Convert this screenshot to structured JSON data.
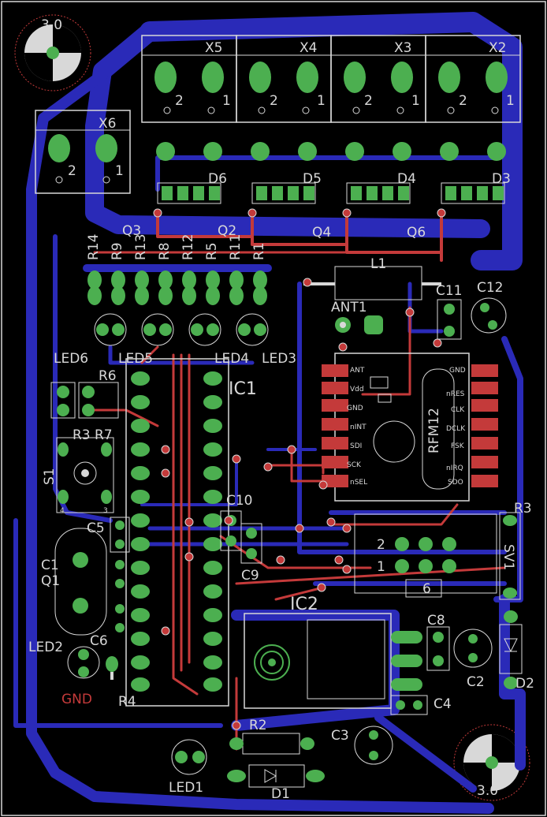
{
  "colors": {
    "background": "#000000",
    "bottom_copper": "#2a2ab8",
    "top_copper": "#c43a3a",
    "pad": "#4caf50",
    "silkscreen": "#d8d8d8",
    "gnd_label": "#c43a3a"
  },
  "labels": {
    "x5": "X5",
    "x4": "X4",
    "x3": "X3",
    "x2": "X2",
    "x6": "X6",
    "pin1": "1",
    "pin2": "2",
    "d6": "D6",
    "d5": "D5",
    "d4": "D4",
    "d3": "D3",
    "q3": "Q3",
    "q2": "Q2",
    "q4": "Q4",
    "q6": "Q6",
    "r14": "R14",
    "r9": "R9",
    "r13": "R13",
    "r8": "R8",
    "r12": "R12",
    "r5": "R5",
    "r11": "R11",
    "r1": "R1",
    "led6": "LED6",
    "led5": "LED5",
    "led4": "LED4",
    "led3": "LED3",
    "r6": "R6",
    "r7": "R7",
    "r3_left": "R3",
    "s1": "S1",
    "pin4": "4",
    "pin3": "3",
    "ic1": "IC1",
    "l1": "L1",
    "ant1": "ANT1",
    "c11": "C11",
    "c12": "C12",
    "rfm12": "RFM12",
    "rfm_ant": "ANT",
    "rfm_vdd": "Vdd",
    "rfm_gnd_l": "GND",
    "rfm_nint": "nINT",
    "rfm_sdi": "SDI",
    "rfm_sck": "SCK",
    "rfm_nsel": "nSEL",
    "rfm_gnd_r": "GND",
    "rfm_nres": "nRES",
    "rfm_clk": "CLK",
    "rfm_dclk": "DCLK",
    "rfm_fsk": "FSK",
    "rfm_nirq": "nIRQ",
    "rfm_sdo": "SDO",
    "c10": "C10",
    "c9": "C9",
    "c5": "C5",
    "c1": "C1",
    "q1": "Q1",
    "c6": "C6",
    "r3": "R3",
    "sv1": "SV1",
    "sv_2": "2",
    "sv_1": "1",
    "sv_6": "6",
    "ic2": "IC2",
    "c8": "C8",
    "c2": "C2",
    "d2": "D2",
    "c4": "C4",
    "c3": "C3",
    "led2": "LED2",
    "gnd": "GND",
    "r4": "R4",
    "r2": "R2",
    "led1": "LED1",
    "d1": "D1",
    "hole_tl": "3.0",
    "hole_br": "3.0"
  }
}
